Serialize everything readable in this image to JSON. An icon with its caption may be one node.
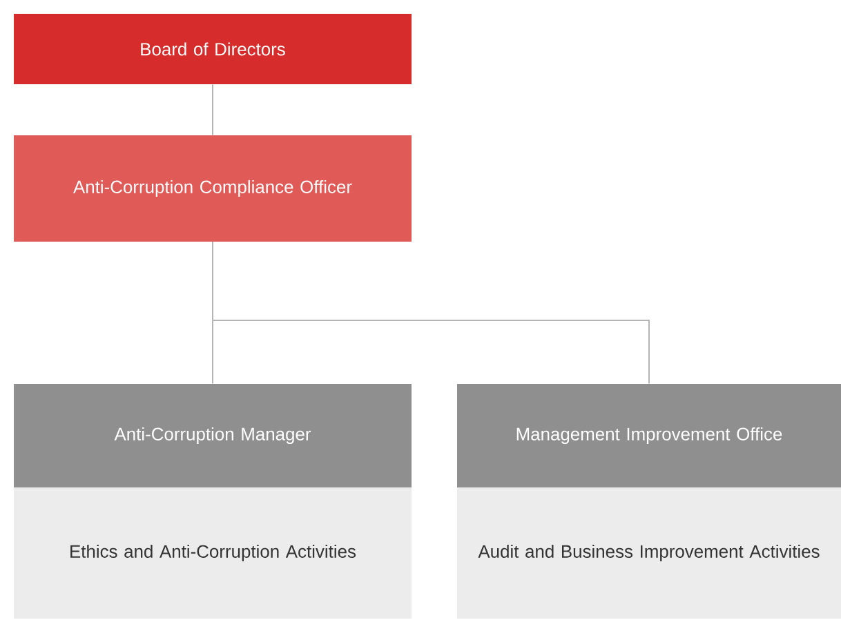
{
  "diagram": {
    "nodes": [
      {
        "text": [
          "Board of Directors"
        ]
      },
      {
        "text": [
          "Anti-Corruption Compliance Officer"
        ]
      },
      {
        "text": [
          "Anti-Corruption Manager",
          "Ethics and Anti-Corruption Activities"
        ]
      },
      {
        "text": [
          "Management Improvement Office",
          "Audit and Business Improvement Activities"
        ]
      }
    ],
    "edges": [
      {
        "from": 0,
        "to": 1,
        "arrow": "none"
      },
      {
        "from": 1,
        "to": 2,
        "arrow": "none"
      },
      {
        "from": 1,
        "to": 3,
        "arrow": "none"
      }
    ]
  }
}
